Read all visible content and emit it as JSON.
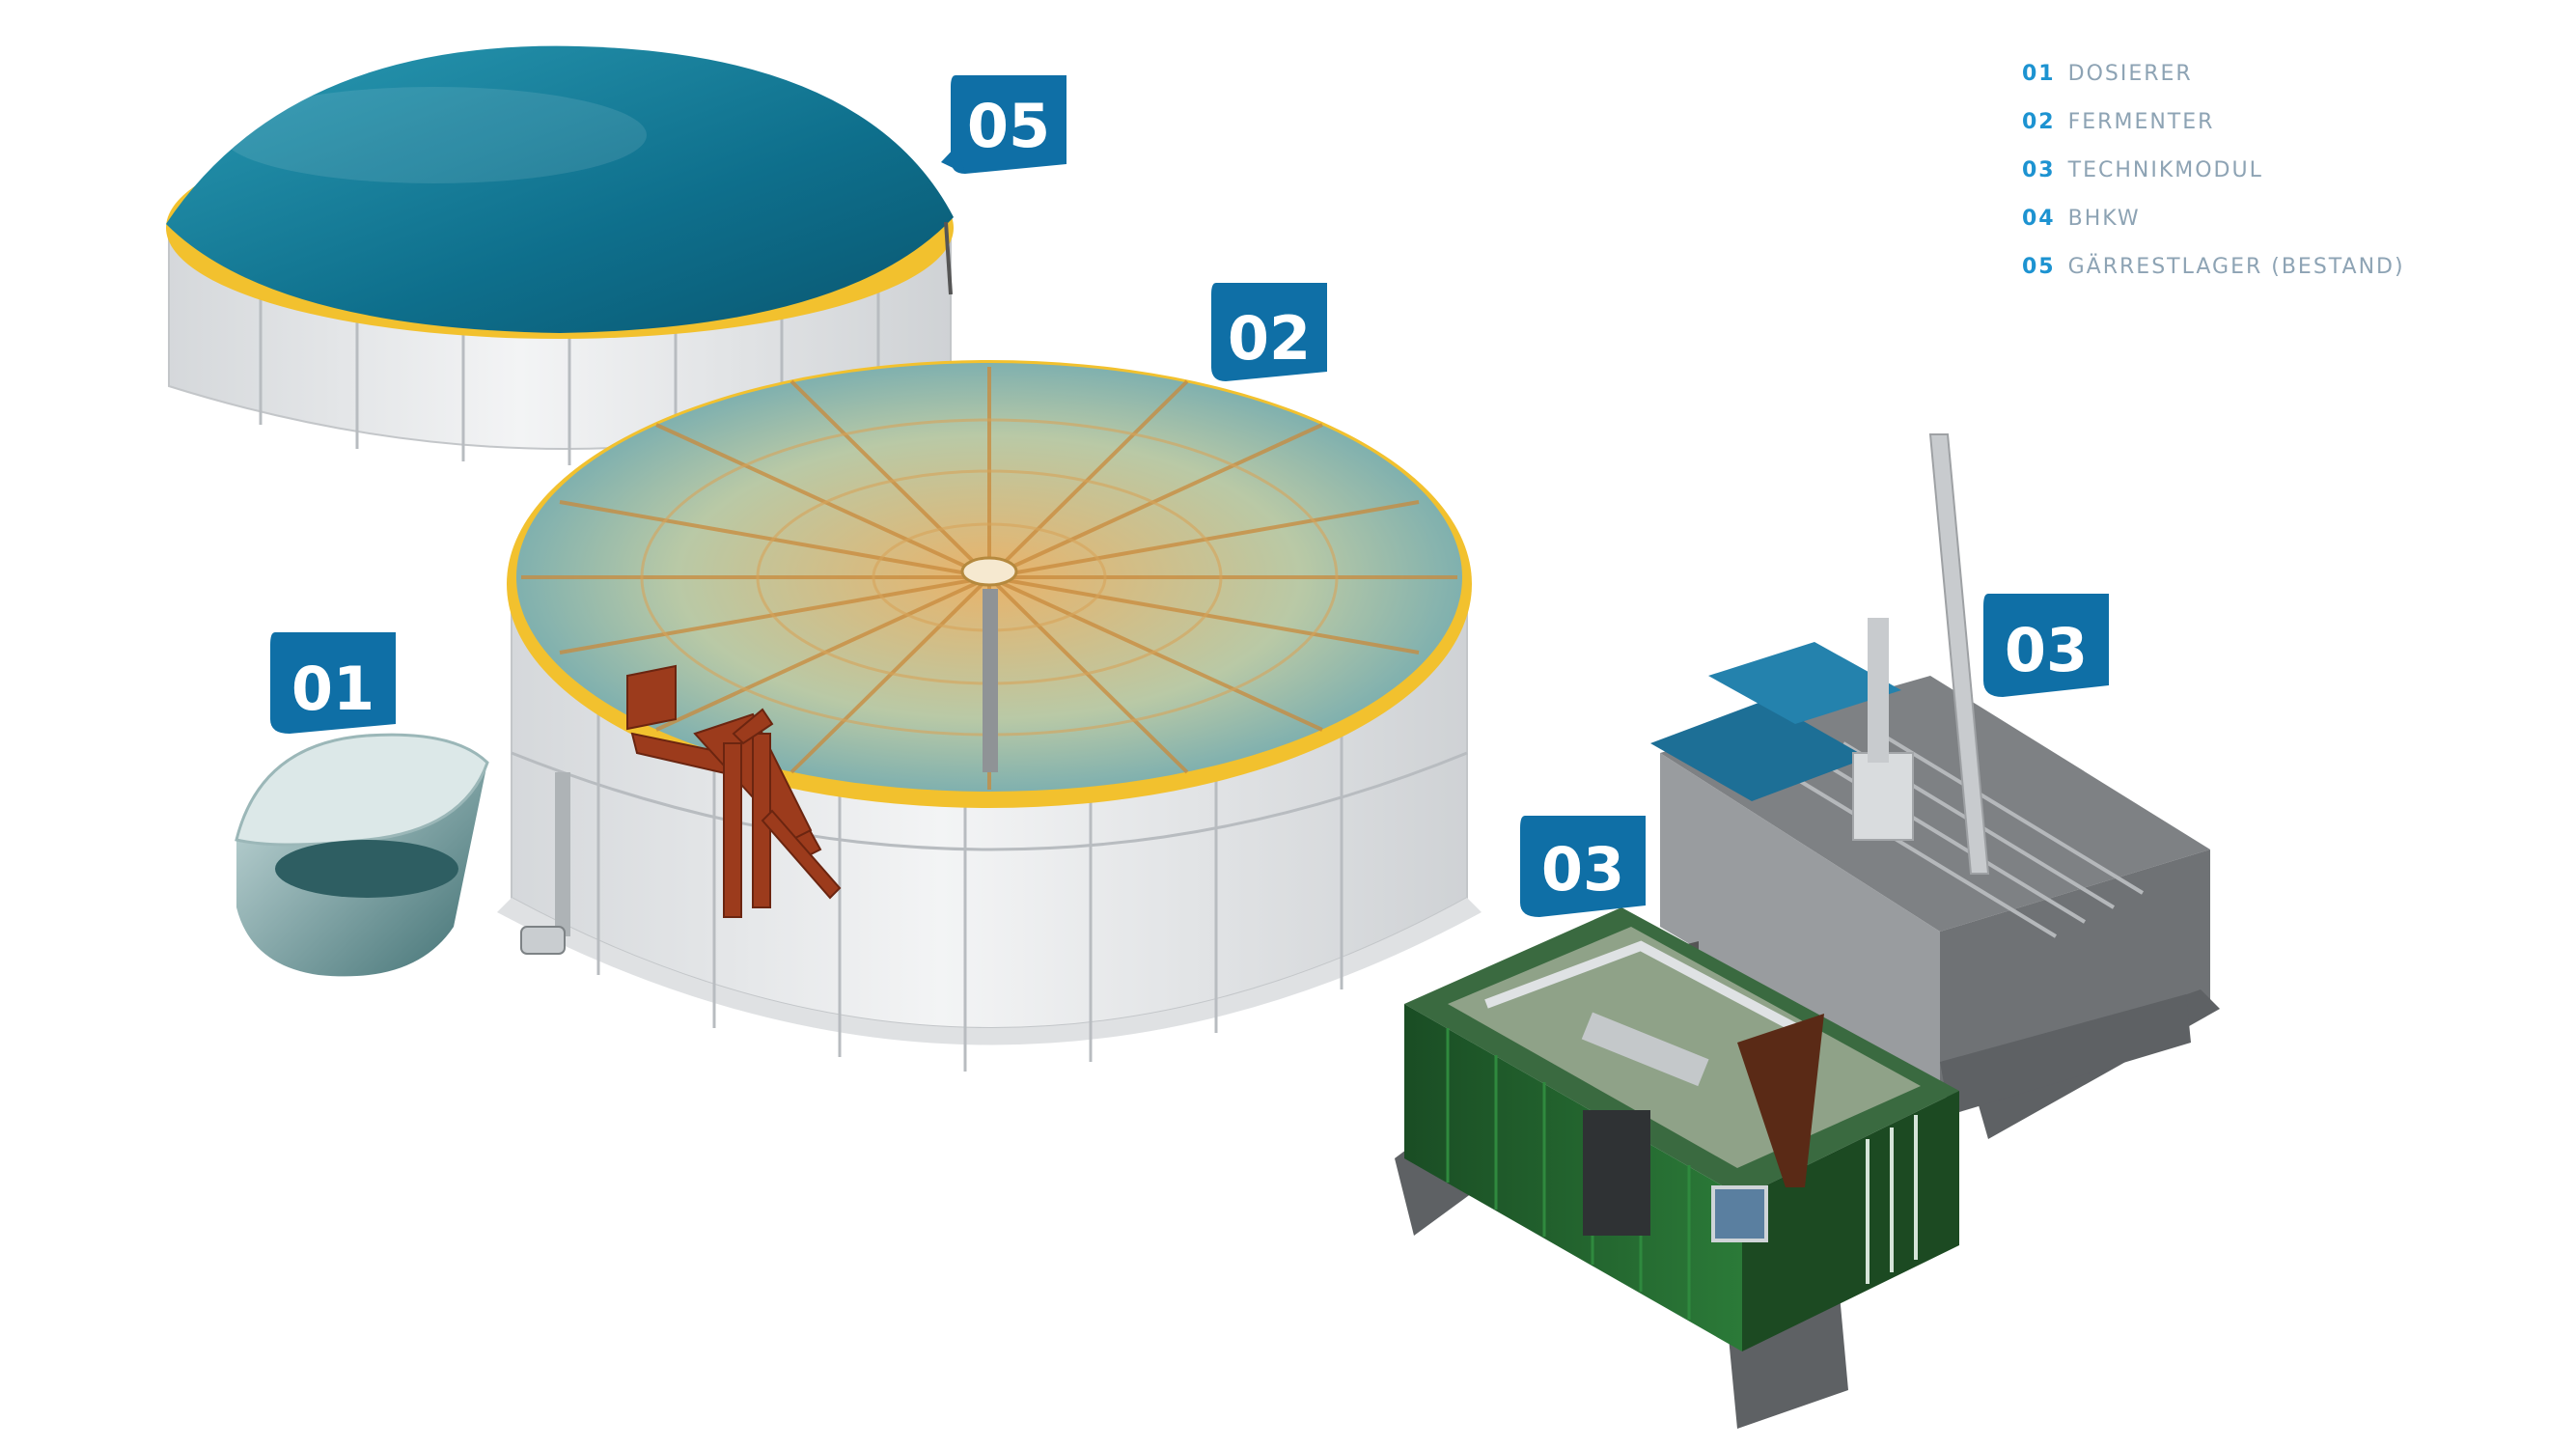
{
  "legend": [
    {
      "num": "01",
      "label": "DOSIERER"
    },
    {
      "num": "02",
      "label": "FERMENTER"
    },
    {
      "num": "03",
      "label": "TECHNIKMODUL"
    },
    {
      "num": "04",
      "label": "BHKW"
    },
    {
      "num": "05",
      "label": "GÄRRESTLAGER (BESTAND)"
    }
  ],
  "callouts": {
    "dosierer": "01",
    "fermenter": "02",
    "bhkw": "03",
    "technikmodul": "03",
    "gaerrestlager": "05"
  },
  "colors": {
    "callout": "#0f6fa6",
    "dome": "#0e6f8c",
    "rim": "#f2c12e",
    "tank_wall": "#e6e8ea",
    "container": "#1f5c2a",
    "engine": "#8a8d90",
    "frame": "#9c3b1c"
  }
}
